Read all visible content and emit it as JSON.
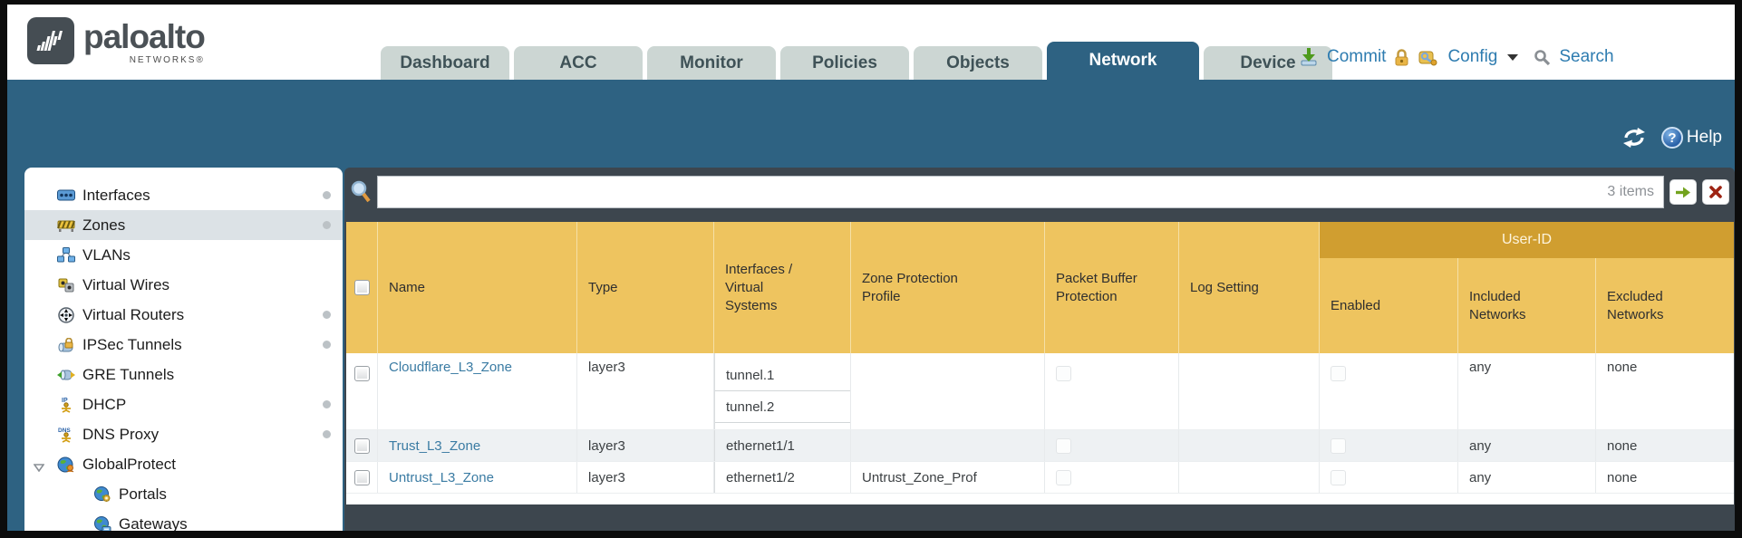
{
  "brand": {
    "name": "paloalto",
    "subtitle": "NETWORKS®"
  },
  "nav": {
    "tabs": [
      "Dashboard",
      "ACC",
      "Monitor",
      "Policies",
      "Objects",
      "Network",
      "Device"
    ],
    "active_tab": "Network"
  },
  "header_actions": {
    "commit": "Commit",
    "config": "Config",
    "search": "Search"
  },
  "toolbar": {
    "help": "Help"
  },
  "sidebar": {
    "items": [
      {
        "label": "Interfaces",
        "has_status_dot": true
      },
      {
        "label": "Zones",
        "has_status_dot": true,
        "selected": true
      },
      {
        "label": "VLANs"
      },
      {
        "label": "Virtual Wires"
      },
      {
        "label": "Virtual Routers",
        "has_status_dot": true
      },
      {
        "label": "IPSec Tunnels",
        "has_status_dot": true
      },
      {
        "label": "GRE Tunnels"
      },
      {
        "label": "DHCP",
        "has_status_dot": true
      },
      {
        "label": "DNS Proxy",
        "has_status_dot": true
      },
      {
        "label": "GlobalProtect",
        "expanded": true
      },
      {
        "label": "Portals",
        "child": true
      },
      {
        "label": "Gateways",
        "child": true
      }
    ]
  },
  "filter": {
    "query": "",
    "count": "3 items"
  },
  "table": {
    "group_header": "User-ID",
    "columns": [
      "Name",
      "Type",
      "Interfaces / Virtual Systems",
      "Zone Protection Profile",
      "Packet Buffer Protection",
      "Log Setting",
      "Enabled",
      "Included Networks",
      "Excluded Networks"
    ],
    "rows": [
      {
        "name": "Cloudflare_L3_Zone",
        "type": "layer3",
        "interfaces": [
          "tunnel.1",
          "tunnel.2"
        ],
        "zone_protection_profile": "",
        "log_setting": "",
        "included_networks": "any",
        "excluded_networks": "none"
      },
      {
        "name": "Trust_L3_Zone",
        "type": "layer3",
        "interfaces": [
          "ethernet1/1"
        ],
        "zone_protection_profile": "",
        "log_setting": "",
        "included_networks": "any",
        "excluded_networks": "none"
      },
      {
        "name": "Untrust_L3_Zone",
        "type": "layer3",
        "interfaces": [
          "ethernet1/2"
        ],
        "zone_protection_profile": "Untrust_Zone_Prof",
        "log_setting": "",
        "included_networks": "any",
        "excluded_networks": "none"
      }
    ]
  },
  "colors": {
    "teal": "#2e6282",
    "dark_panel": "#3d464e",
    "table_header": "#eec45f",
    "group_band": "#d09e30",
    "link_blue": "#2e7cb0",
    "row_link": "#3a7ba3"
  }
}
